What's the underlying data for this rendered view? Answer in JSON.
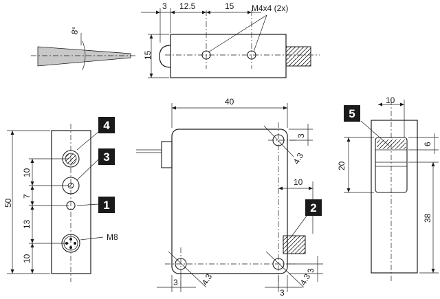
{
  "labels": {
    "angle": "8°",
    "thread_note": "M4x4 (2x)",
    "dim_3_top": "3",
    "dim_12_5": "12.5",
    "dim_15_top": "15",
    "dim_15_height": "15",
    "dim_40": "40",
    "dim_3_tr": "3",
    "dim_4_3_tr": "4.3",
    "dim_10_right": "10",
    "dim_3_br": "3",
    "dim_3_bl": "3",
    "dim_4_3_bl": "4.3",
    "dim_3_bottom": "3",
    "dim_4_3_br": "4.3",
    "dim_50": "50",
    "dim_10_a": "10",
    "dim_7": "7",
    "dim_13": "13",
    "dim_10_b": "10",
    "connector": "M8",
    "dim_10_side": "10",
    "dim_6": "6",
    "dim_20": "20",
    "dim_38": "38"
  },
  "callouts": [
    "1",
    "2",
    "3",
    "4",
    "5"
  ],
  "colors": {
    "line": "#1a1a1a",
    "callout_bg": "#1a1a1a",
    "callout_text": "#ffffff",
    "beam": "#c8c8c8"
  }
}
